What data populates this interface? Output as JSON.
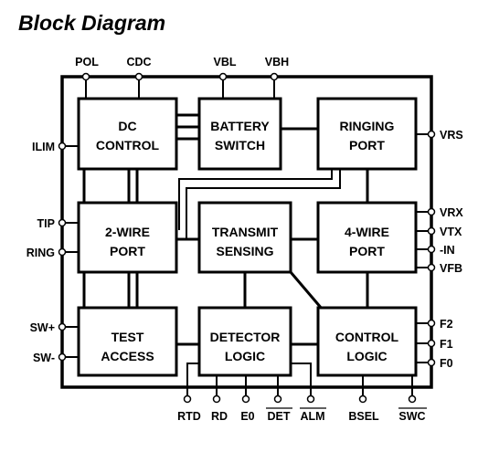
{
  "title": "Block Diagram",
  "blocks": {
    "dc_control": [
      "DC",
      "CONTROL"
    ],
    "battery_switch": [
      "BATTERY",
      "SWITCH"
    ],
    "ringing_port": [
      "RINGING",
      "PORT"
    ],
    "two_wire_port": [
      "2-WIRE",
      "PORT"
    ],
    "transmit_sensing": [
      "TRANSMIT",
      "SENSING"
    ],
    "four_wire_port": [
      "4-WIRE",
      "PORT"
    ],
    "test_access": [
      "TEST",
      "ACCESS"
    ],
    "detector_logic": [
      "DETECTOR",
      "LOGIC"
    ],
    "control_logic": [
      "CONTROL",
      "LOGIC"
    ]
  },
  "pins": {
    "top": [
      "POL",
      "CDC",
      "VBL",
      "VBH"
    ],
    "left": [
      "ILIM",
      "TIP",
      "RING",
      "SW+",
      "SW-"
    ],
    "right": [
      "VRS",
      "VRX",
      "VTX",
      "-IN",
      "VFB",
      "F2",
      "F1",
      "F0"
    ],
    "bottom": [
      "RTD",
      "RD",
      "E0",
      "DET",
      "ALM",
      "BSEL",
      "SWC"
    ]
  },
  "overbar_pins": [
    "DET",
    "ALM",
    "SWC"
  ]
}
